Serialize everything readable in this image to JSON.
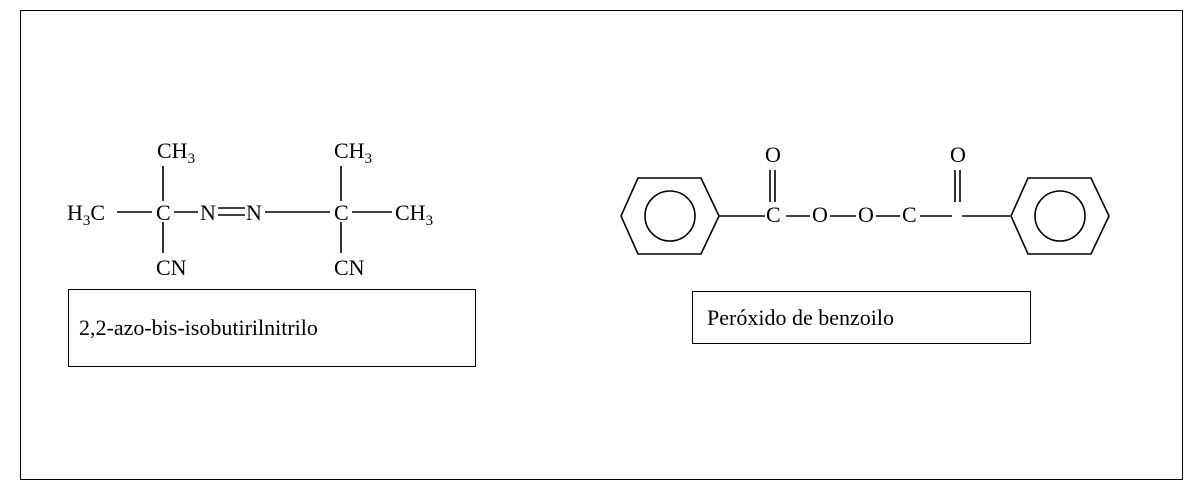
{
  "molecules": [
    {
      "id": "azo",
      "name": "2,2-azo-bis-isobutirilnitrilo",
      "atoms": {
        "ch3_left": {
          "main": "H",
          "sub": "3",
          "tail": "C"
        },
        "ch3_top": {
          "main": "CH",
          "sub": "3"
        },
        "ch3_right": {
          "main": "CH",
          "sub": "3"
        },
        "carbon": "C",
        "nitrogen": "N",
        "cn": "CN"
      }
    },
    {
      "id": "bpo",
      "name": "Peróxido de benzoilo",
      "atoms": {
        "carbonyl_o": "O",
        "carbon": "C",
        "peroxide_o": "O"
      }
    }
  ]
}
